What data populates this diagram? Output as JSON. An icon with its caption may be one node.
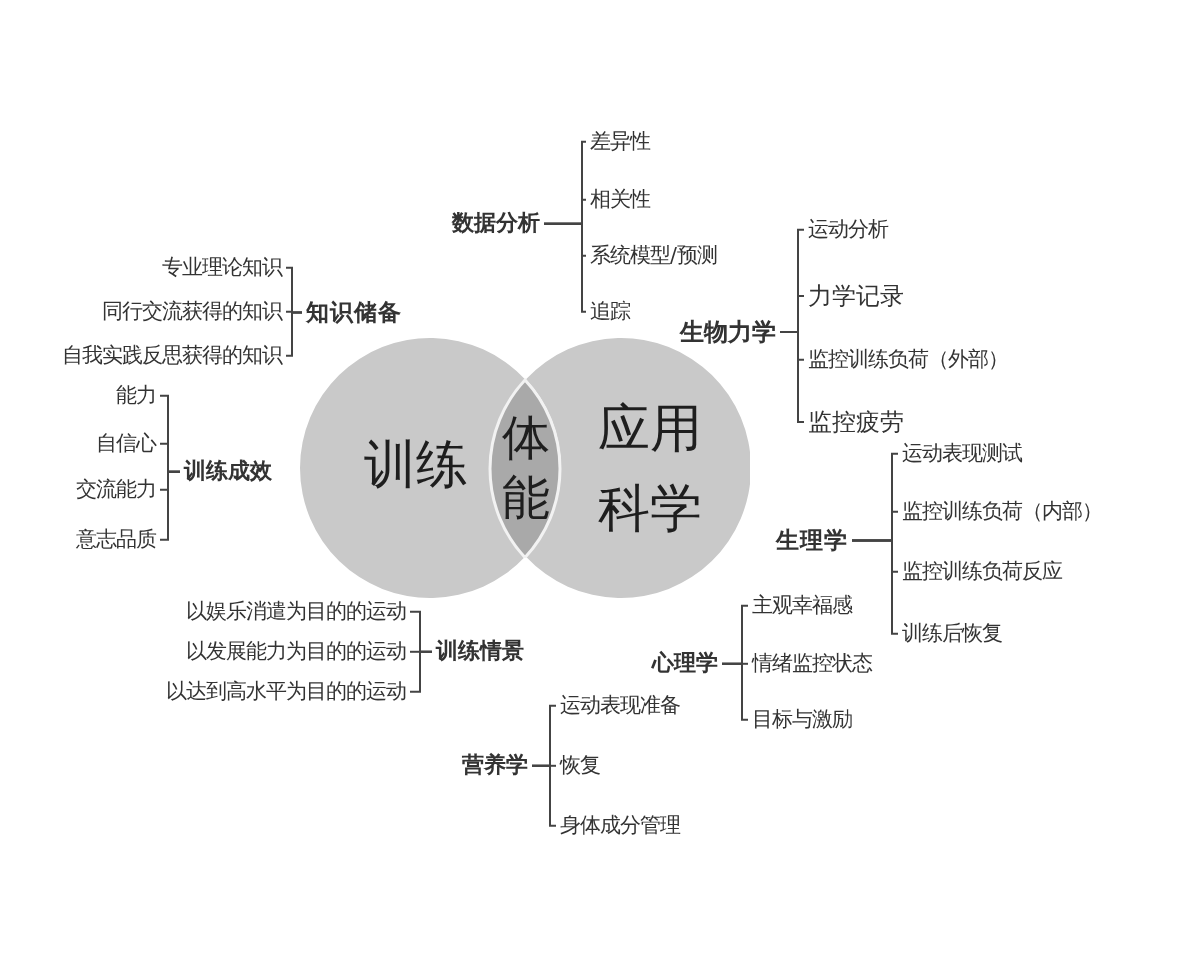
{
  "diagram": {
    "nodes": [
      {
        "text": [
          "数据分析"
        ]
      },
      {
        "text": [
          "差异性"
        ]
      },
      {
        "text": [
          "相关性"
        ]
      },
      {
        "text": [
          "系统模型/预测"
        ]
      },
      {
        "text": [
          "追踪"
        ]
      },
      {
        "text": [
          "专业理论知识"
        ]
      },
      {
        "text": [
          "同行交流获得的知识"
        ]
      },
      {
        "text": [
          "自我实践反思获得的知识"
        ]
      },
      {
        "text": [
          "知识储备"
        ]
      },
      {
        "text": [
          "生物力学"
        ]
      },
      {
        "text": [
          "运动分析"
        ]
      },
      {
        "text": [
          "力学记录"
        ]
      },
      {
        "text": [
          "监控训练负荷（外部）"
        ]
      },
      {
        "text": [
          "监控疲劳"
        ]
      },
      {
        "text": [
          "训练"
        ]
      },
      {
        "text": [
          "体能"
        ]
      },
      {
        "text": [
          "应用科学"
        ]
      },
      {
        "text": [
          "能力"
        ]
      },
      {
        "text": [
          "自信心"
        ]
      },
      {
        "text": [
          "交流能力"
        ]
      },
      {
        "text": [
          "意志品质"
        ]
      },
      {
        "text": [
          "训练成效"
        ]
      },
      {
        "text": [
          "生理学"
        ]
      },
      {
        "text": [
          "运动表现测试"
        ]
      },
      {
        "text": [
          "监控训练负荷（内部）"
        ]
      },
      {
        "text": [
          "监控训练负荷反应"
        ]
      },
      {
        "text": [
          "训练后恢复"
        ]
      },
      {
        "text": [
          "以娱乐消遣为目的的运动"
        ]
      },
      {
        "text": [
          "以发展能力为目的的运动"
        ]
      },
      {
        "text": [
          "以达到高水平为目的的运动"
        ]
      },
      {
        "text": [
          "训练情景"
        ]
      },
      {
        "text": [
          "心理学"
        ]
      },
      {
        "text": [
          "主观幸福感"
        ]
      },
      {
        "text": [
          "情绪监控状态"
        ]
      },
      {
        "text": [
          "目标与激励"
        ]
      },
      {
        "text": [
          "营养学"
        ]
      },
      {
        "text": [
          "运动表现准备"
        ]
      },
      {
        "text": [
          "恢复"
        ]
      },
      {
        "text": [
          "身体成分管理"
        ]
      }
    ],
    "edges": [
      {
        "from": 0,
        "to": 1,
        "arrow": "none"
      },
      {
        "from": 0,
        "to": 2,
        "arrow": "none"
      },
      {
        "from": 0,
        "to": 3,
        "arrow": "none"
      },
      {
        "from": 0,
        "to": 4,
        "arrow": "none"
      },
      {
        "from": 8,
        "to": 5,
        "arrow": "none"
      },
      {
        "from": 8,
        "to": 6,
        "arrow": "none"
      },
      {
        "from": 8,
        "to": 7,
        "arrow": "none"
      },
      {
        "from": 9,
        "to": 10,
        "arrow": "none"
      },
      {
        "from": 9,
        "to": 11,
        "arrow": "none"
      },
      {
        "from": 9,
        "to": 12,
        "arrow": "none"
      },
      {
        "from": 9,
        "to": 13,
        "arrow": "none"
      },
      {
        "from": 21,
        "to": 17,
        "arrow": "none"
      },
      {
        "from": 21,
        "to": 18,
        "arrow": "none"
      },
      {
        "from": 21,
        "to": 19,
        "arrow": "none"
      },
      {
        "from": 21,
        "to": 20,
        "arrow": "none"
      },
      {
        "from": 22,
        "to": 23,
        "arrow": "none"
      },
      {
        "from": 22,
        "to": 24,
        "arrow": "none"
      },
      {
        "from": 22,
        "to": 25,
        "arrow": "none"
      },
      {
        "from": 22,
        "to": 26,
        "arrow": "none"
      },
      {
        "from": 30,
        "to": 27,
        "arrow": "none"
      },
      {
        "from": 30,
        "to": 28,
        "arrow": "none"
      },
      {
        "from": 30,
        "to": 29,
        "arrow": "none"
      },
      {
        "from": 31,
        "to": 32,
        "arrow": "none"
      },
      {
        "from": 31,
        "to": 33,
        "arrow": "none"
      },
      {
        "from": 31,
        "to": 34,
        "arrow": "none"
      },
      {
        "from": 35,
        "to": 36,
        "arrow": "none"
      },
      {
        "from": 35,
        "to": 37,
        "arrow": "none"
      },
      {
        "from": 35,
        "to": 38,
        "arrow": "none"
      }
    ]
  }
}
